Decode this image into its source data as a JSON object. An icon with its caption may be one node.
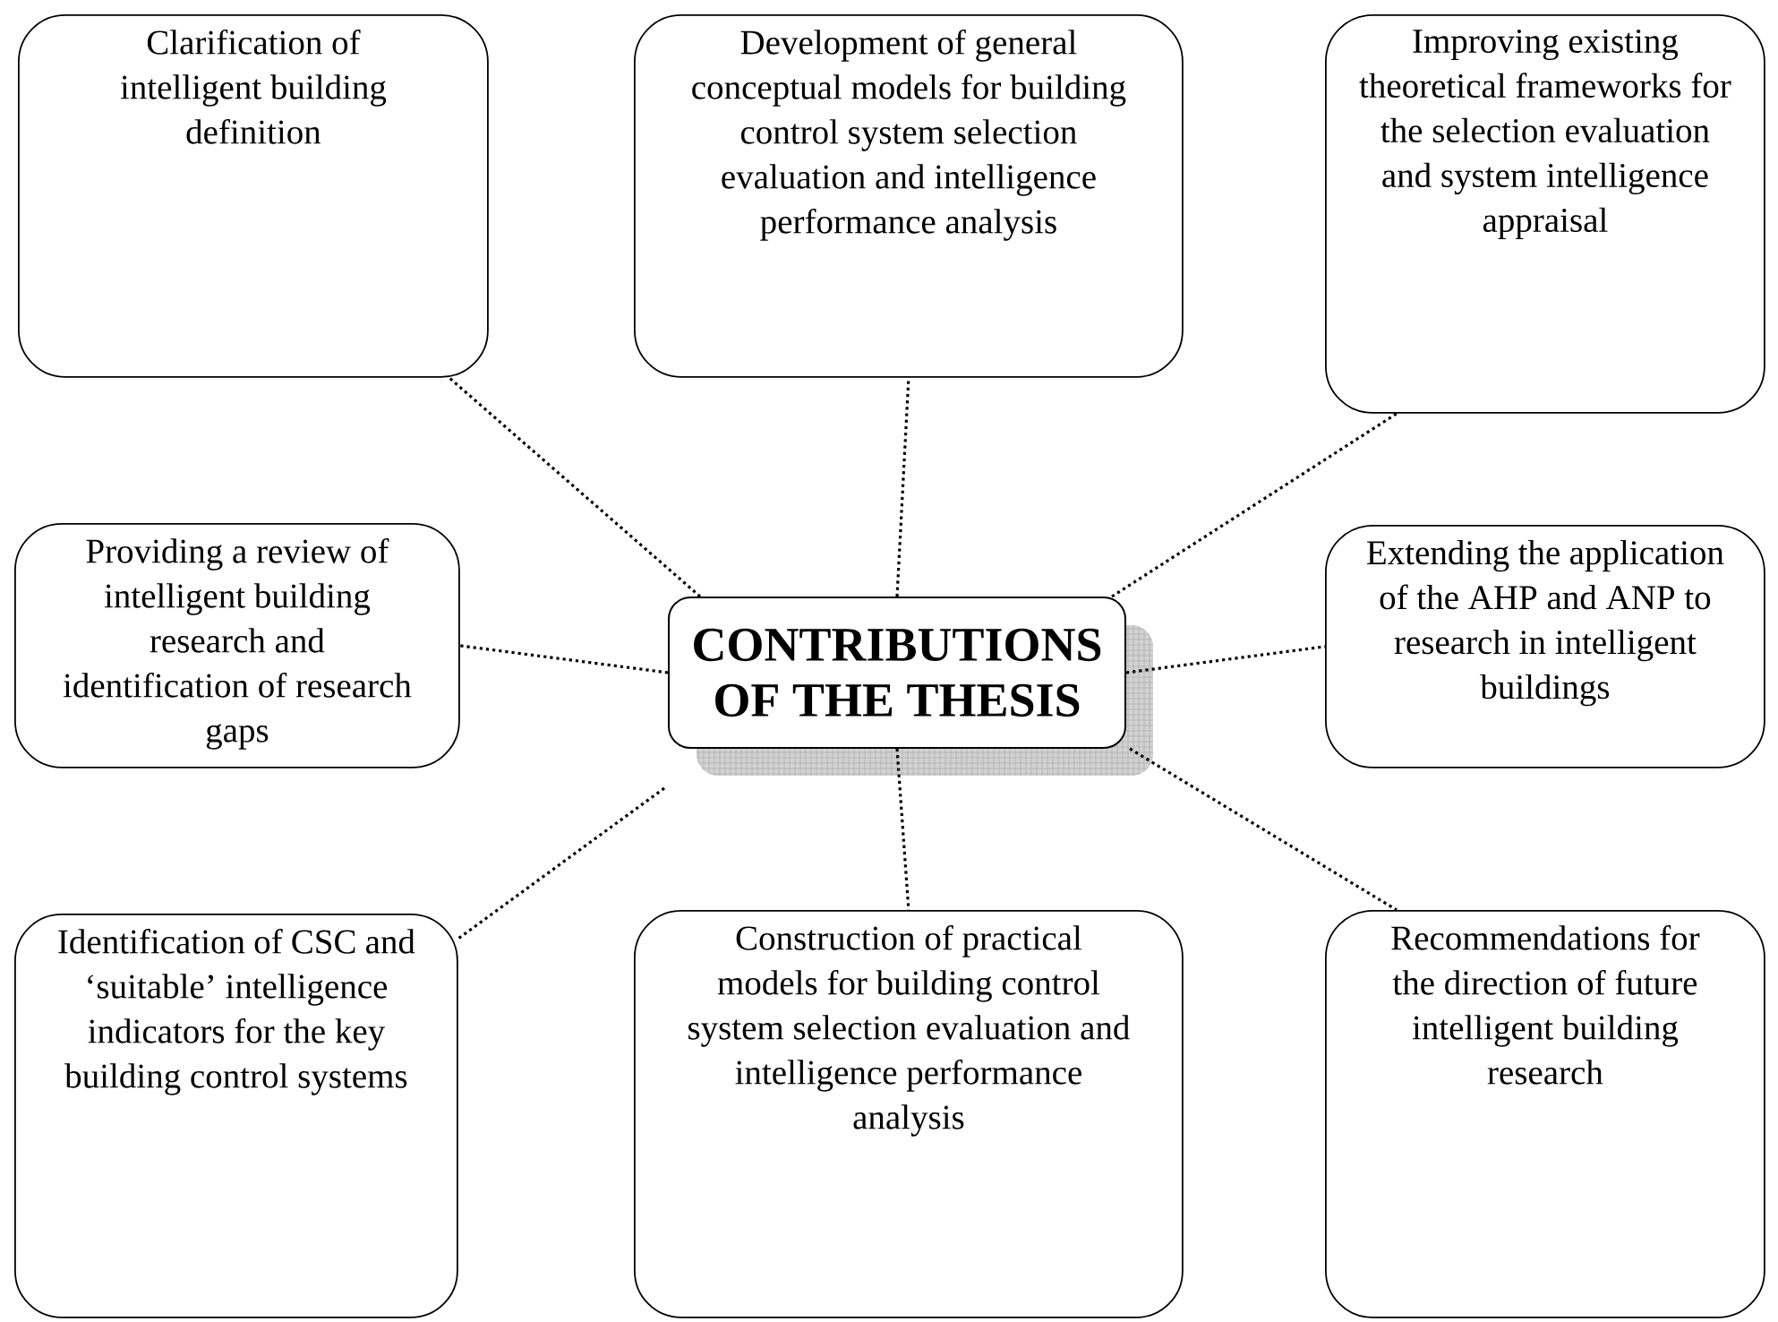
{
  "diagram": {
    "nodes": [
      {
        "text": [
          "Clarification of intelligent building definition"
        ]
      },
      {
        "text": [
          "Development of general conceptual models for building control system selection evaluation and intelligence performance analysis"
        ]
      },
      {
        "text": [
          "Improving existing theoretical frameworks for the selection evaluation and system intelligence appraisal"
        ]
      },
      {
        "text": [
          "Providing a review of intelligent building research and identification of research gaps"
        ]
      },
      {
        "text": [
          "CONTRIBUTIONS OF THE THESIS"
        ]
      },
      {
        "text": [
          "Extending the application of the AHP and ANP to research in intelligent buildings"
        ]
      },
      {
        "text": [
          "Identification of CSC and ‘suitable’ intelligence indicators for the key building control systems"
        ]
      },
      {
        "text": [
          "Construction of practical models for building control system selection evaluation and intelligence performance analysis"
        ]
      },
      {
        "text": [
          "Recommendations for the direction of future intelligent building research"
        ]
      }
    ],
    "edges": [
      {
        "from": 4,
        "to": 0,
        "arrow": "none"
      },
      {
        "from": 4,
        "to": 1,
        "arrow": "none"
      },
      {
        "from": 4,
        "to": 2,
        "arrow": "none"
      },
      {
        "from": 4,
        "to": 3,
        "arrow": "none"
      },
      {
        "from": 4,
        "to": 5,
        "arrow": "none"
      },
      {
        "from": 4,
        "to": 6,
        "arrow": "none"
      },
      {
        "from": 4,
        "to": 7,
        "arrow": "none"
      },
      {
        "from": 4,
        "to": 8,
        "arrow": "none"
      }
    ]
  }
}
